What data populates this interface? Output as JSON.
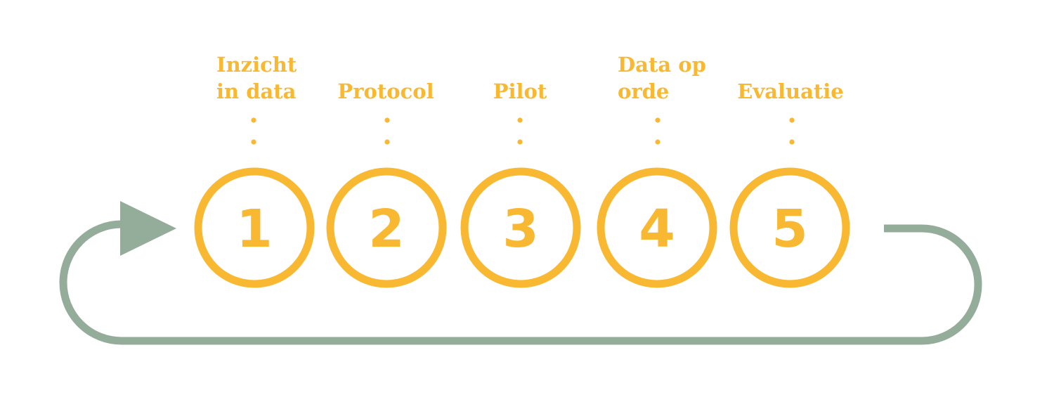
{
  "colors": {
    "accent": "#f8b832",
    "loop": "#94ad9a",
    "background": "#ffffff"
  },
  "steps": [
    {
      "number": "1",
      "label_lines": [
        "Inzicht",
        "in data"
      ]
    },
    {
      "number": "2",
      "label_lines": [
        "Protocol"
      ]
    },
    {
      "number": "3",
      "label_lines": [
        "Pilot"
      ]
    },
    {
      "number": "4",
      "label_lines": [
        "Data op",
        "orde"
      ]
    },
    {
      "number": "5",
      "label_lines": [
        "Evaluatie"
      ]
    }
  ]
}
